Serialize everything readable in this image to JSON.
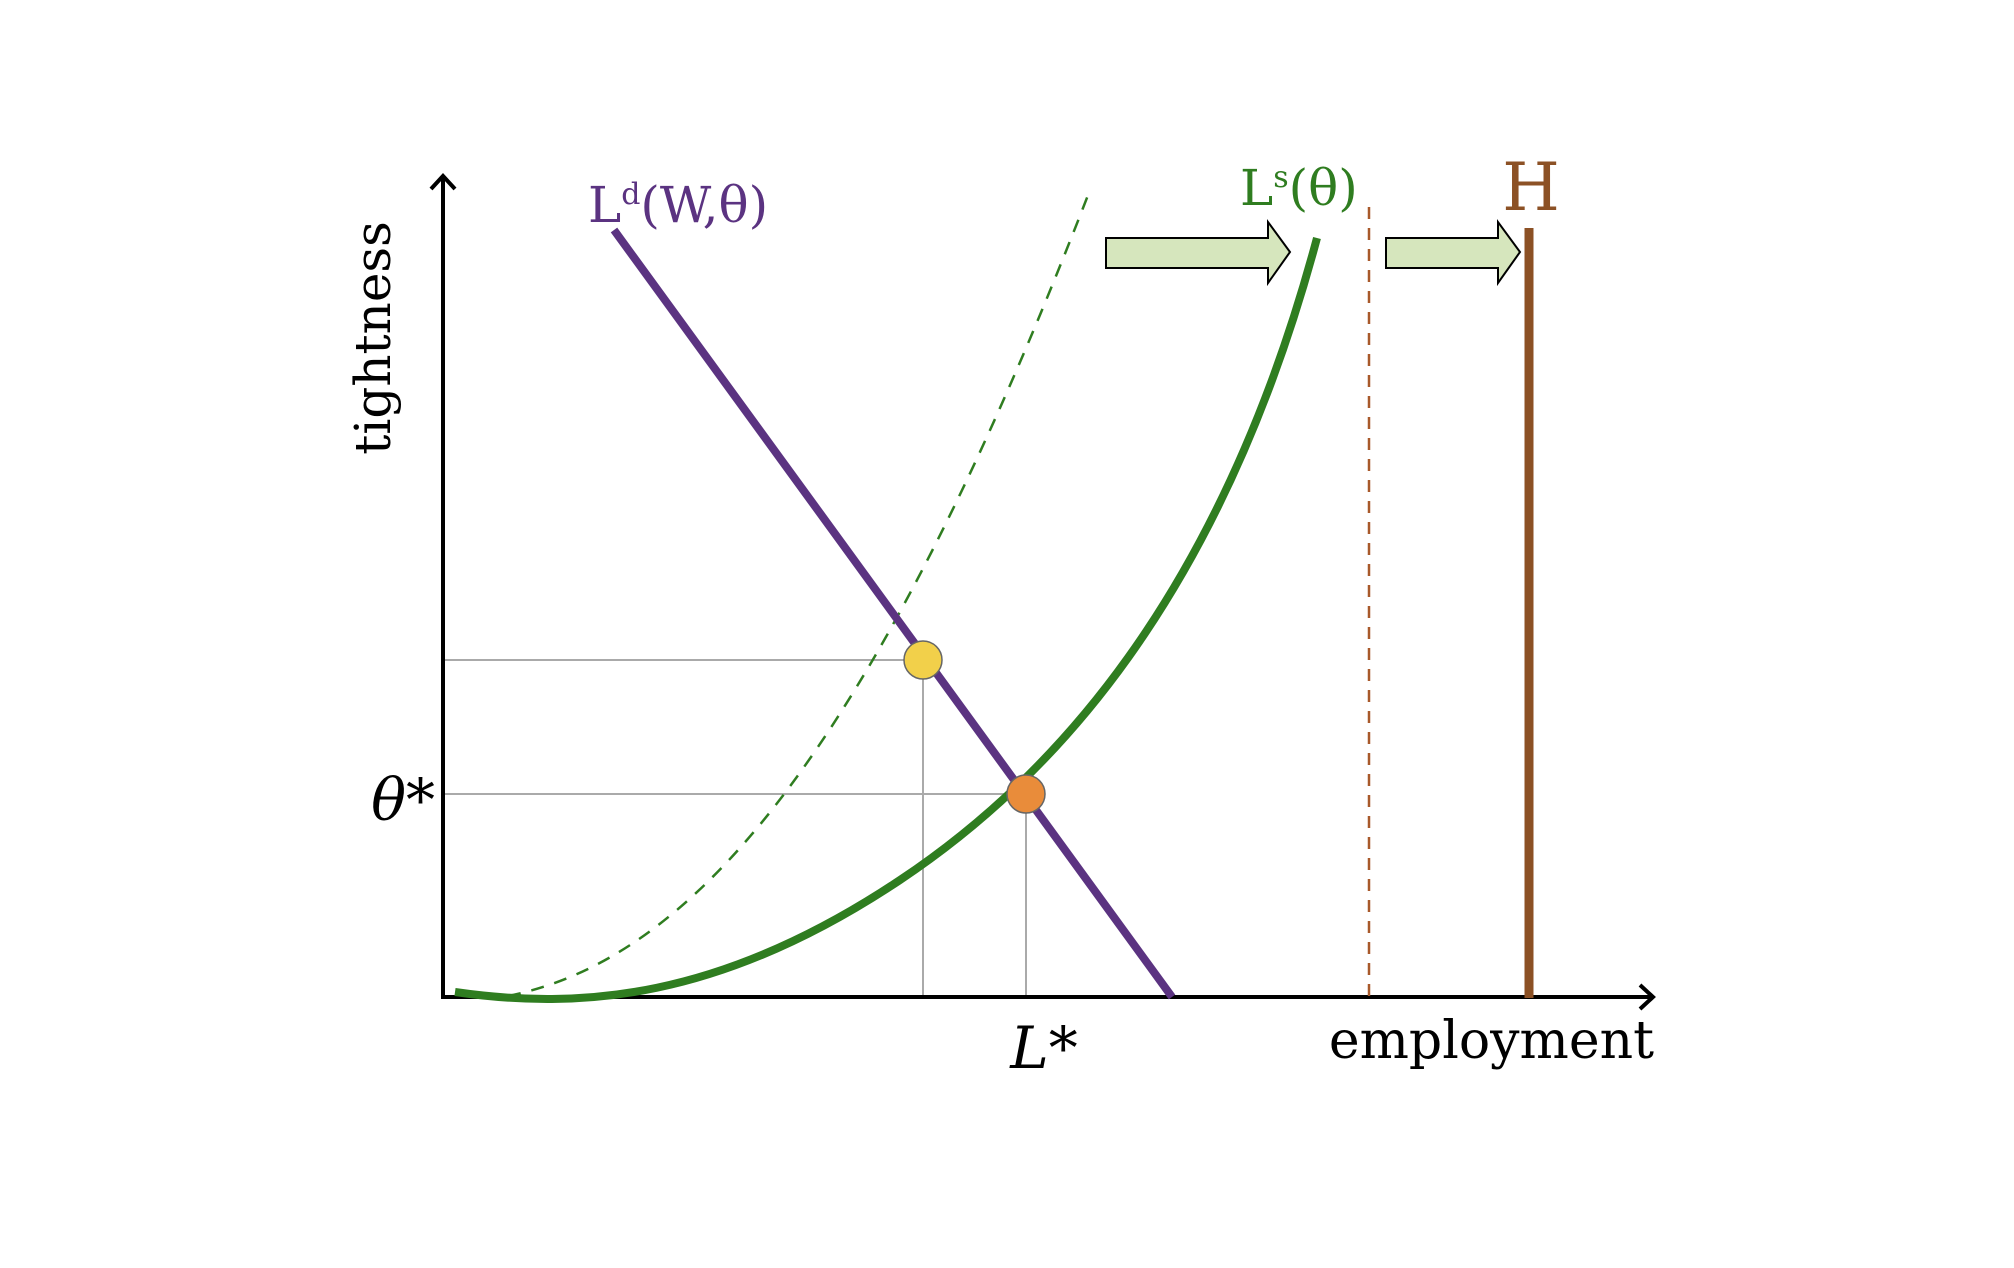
{
  "axes": {
    "y_label": "tightness",
    "x_label": "employment"
  },
  "ticks": {
    "theta_star": "θ*",
    "l_star": "L*"
  },
  "curves": {
    "labor_demand": {
      "label_main": "L",
      "label_sup": "d",
      "label_args": "(W,θ)",
      "color": "#5b3381"
    },
    "labor_supply": {
      "label_main": "L",
      "label_sup": "s",
      "label_args": "(θ)",
      "color": "#2f7d20",
      "shifted_color": "#2f7d20"
    },
    "household_size": {
      "label": "H",
      "color": "#8c5125",
      "shifted_color": "#a8592a"
    }
  },
  "shift_arrows": {
    "fill": "#d6e6bd",
    "stroke": "#000000"
  },
  "equilibria": {
    "initial": {
      "color": "#f2d04a"
    },
    "new": {
      "color": "#e98c3a"
    }
  },
  "guides": {
    "color": "#aaaaaa"
  }
}
